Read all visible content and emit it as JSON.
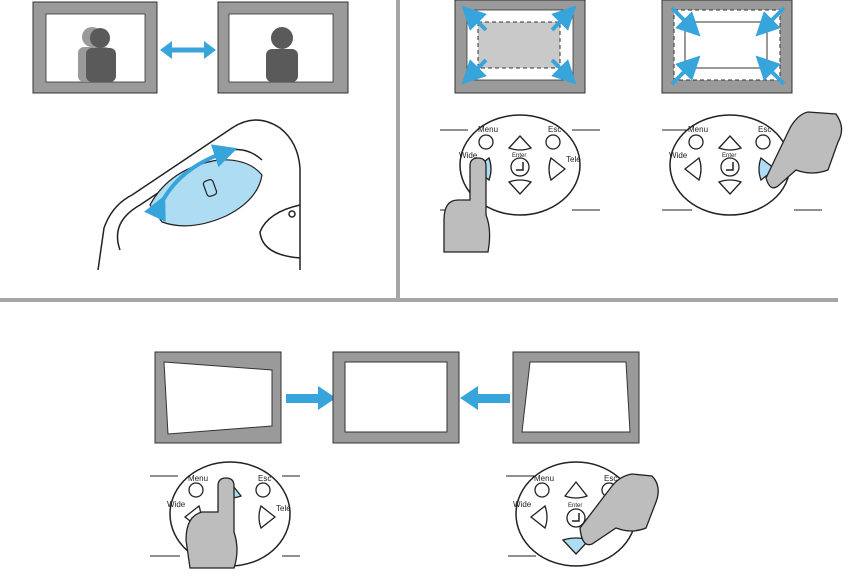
{
  "keypad": {
    "menu": "Menu",
    "esc": "Esc",
    "enter": "Enter",
    "wide": "Wide",
    "tele": "Tele"
  },
  "colors": {
    "panel_gray": "#9a9a9a",
    "screen_gray": "#5a5a5a",
    "light_gray": "#c9c9c9",
    "accent_blue": "#38a4dc",
    "highlight_blue": "#aedcf2",
    "hand_gray": "#bdbdbd",
    "divider_gray": "#a6a6a6"
  },
  "icons": [
    "double-arrow-icon",
    "expand-arrows-icon",
    "shrink-arrows-icon",
    "right-arrow-icon",
    "left-arrow-icon",
    "hand-pointer-icon",
    "focus-ring-icon"
  ]
}
